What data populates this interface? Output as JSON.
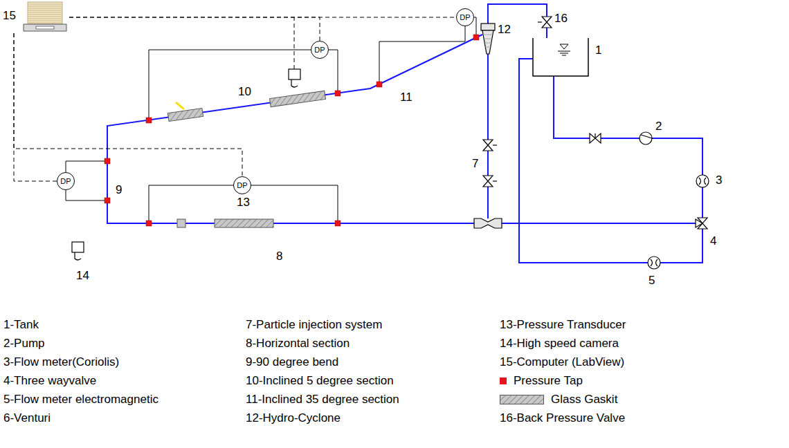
{
  "diagram": {
    "nodes": [
      {
        "text": [
          "15"
        ]
      },
      {
        "text": [
          "DP"
        ]
      },
      {
        "text": [
          "DP"
        ]
      },
      {
        "text": [
          "DP"
        ]
      },
      {
        "text": [
          "DP"
        ]
      }
    ],
    "edges": [
      {
        "from": 0,
        "to": 1,
        "arrow": "none"
      },
      {
        "from": 0,
        "to": 2,
        "arrow": "none"
      },
      {
        "from": 0,
        "to": 3,
        "arrow": "none"
      },
      {
        "from": 0,
        "to": 4,
        "arrow": "none"
      }
    ],
    "labels": [
      "1",
      "2",
      "3",
      "4",
      "5",
      "7",
      "8",
      "9",
      "10",
      "11",
      "12",
      "13",
      "14",
      "16"
    ],
    "legend": [
      {
        "text": "1-Tank"
      },
      {
        "text": "2-Pump"
      },
      {
        "text": "3-Flow meter(Coriolis)"
      },
      {
        "text": "4-Three wayvalve"
      },
      {
        "text": "5-Flow meter electromagnetic"
      },
      {
        "text": "6-Venturi"
      },
      {
        "text": "7-Particle injection system"
      },
      {
        "text": "8-Horizontal section"
      },
      {
        "text": "9-90 degree bend"
      },
      {
        "text": "10-Inclined 5 degree section"
      },
      {
        "text": "11-Inclined 35 degree section"
      },
      {
        "text": "12-Hydro-Cyclone"
      },
      {
        "text": "13-Pressure Transducer"
      },
      {
        "text": "14-High speed camera"
      },
      {
        "text": "15-Computer (LabView)"
      },
      {
        "text": "Pressure Tap",
        "color": "#e8141c"
      },
      {
        "text": "Glass Gaskit"
      },
      {
        "text": "16-Back Pressure Valve"
      }
    ]
  }
}
